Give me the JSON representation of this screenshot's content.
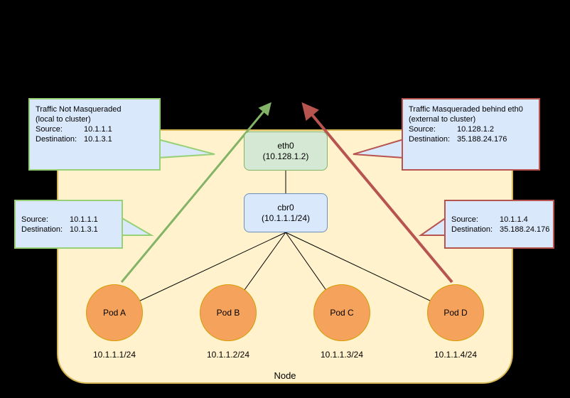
{
  "diagram": {
    "node_label": "Node",
    "eth0": {
      "name": "eth0",
      "ip": "(10.128.1.2)"
    },
    "cbr0": {
      "name": "cbr0",
      "ip": "(10.1.1.1/24)"
    },
    "pods": [
      {
        "label": "Pod A",
        "subnet": "10.1.1.1/24"
      },
      {
        "label": "Pod B",
        "subnet": "10.1.1.2/24"
      },
      {
        "label": "Pod C",
        "subnet": "10.1.1.3/24"
      },
      {
        "label": "Pod D",
        "subnet": "10.1.1.4/24"
      }
    ],
    "callouts": {
      "top_left": {
        "title": "Traffic Not Masqueraded",
        "subtitle": "(local to cluster)",
        "source_label": "Source:",
        "source_value": "10.1.1.1",
        "dest_label": "Destination:",
        "dest_value": "10.1.3.1"
      },
      "mid_left": {
        "source_label": "Source:",
        "source_value": "10.1.1.1",
        "dest_label": "Destination:",
        "dest_value": "10.1.3.1"
      },
      "top_right": {
        "title": "Traffic Masqueraded behind eth0",
        "subtitle": "(external to cluster)",
        "source_label": "Source:",
        "source_value": "10.128.1.2",
        "dest_label": "Destination:",
        "dest_value": "35.188.24.176"
      },
      "mid_right": {
        "source_label": "Source:",
        "source_value": "10.1.1.4",
        "dest_label": "Destination:",
        "dest_value": "35.188.24.176"
      }
    },
    "colors": {
      "background": "#000000",
      "node_fill": "#FFF2CC",
      "node_border": "#D6B656",
      "eth0_fill": "#D5E8D4",
      "eth0_border": "#82B366",
      "cbr0_fill": "#DAE8FC",
      "cbr0_border": "#6C8EBF",
      "pod_fill": "#F5A25C",
      "pod_border": "#D79B00",
      "callout_fill": "#DAE8FC",
      "green_border": "#97D077",
      "green_arrow": "#82B366",
      "red_accent": "#B85450",
      "line": "#000000"
    }
  }
}
